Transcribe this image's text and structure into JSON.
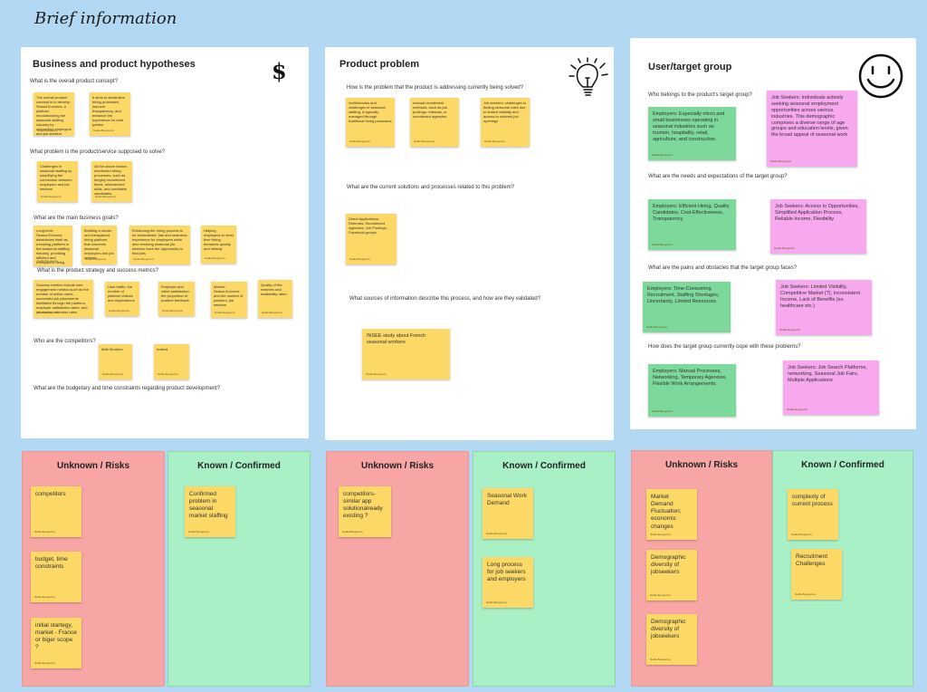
{
  "board": {
    "title": "Brief information"
  },
  "panels": {
    "business": {
      "title": "Business and product hypotheses",
      "q1": "What is the overall product concept?",
      "q1_notes": [
        "The overall product concept is to develop SeasonConnect, a platform revolutionizing the seasonal staffing industry by connecting employers and job seekers efficiently",
        "It aims to streamline hiring processes, improve transparency, and enhance the experience for both parties"
      ],
      "q2": "What problem is the product/service supposed to solve?",
      "q2_notes": [
        "Challenges in seasonal staffing by simplifying the connection between employers and job seekers",
        "All the above factors mentioned hiring processes, such as lengthy recruitment times, mismatched skills, and unreliable candidates"
      ],
      "q3": "What are the main business goals?",
      "q3_notes": [
        "Long-term: SeasonConnect establishes itself as a leading platform in the seasonal staffing industry, providing efficient and transparent hiring solutions",
        "Building a robust and transparent hiring platform that connects seasonal employers and job seekers",
        "Enhancing the hiring process to be streamlined, fast and seamless experience for employers while also ensuring seasonal job seekers have the opportunity to find jobs",
        "Helping employers to meet their hiring demands quickly and reliably"
      ],
      "q4": "What is the product strategy and success metrics?",
      "q4_notes": [
        "Success metrics include user engagement metrics such as the number of active users, successful job placements facilitated through the platform, employer satisfaction rates, and job seeker retention rates",
        "User traffic: the number of platform visitors and registrations",
        "Employer and client satisfaction: the proportion of positive feedback",
        "Market: SeasonConnect and the number of partners, job seekers",
        "Quality of the matches and availability rates"
      ],
      "q5": "Who are the competitors?",
      "q5_notes": [
        "Malt Workers",
        "Indeed"
      ],
      "q6": "What are the budgetary and time constraints regarding product development?"
    },
    "problem": {
      "title": "Product problem",
      "q1": "How is the problem that the product is addressing currently being solved?",
      "q1_notes": [
        "Inefficiencies and challenges in seasonal staffing, is typically managed through traditional hiring processes",
        "manual recruitment methods, such as job postings, referrals, or recruitment agencies.",
        "Job seekers: challenges in finding seasonal roles due to limited visibility and access to relevant job openings"
      ],
      "q2": "What are the current solutions and processes related to this problem?",
      "q2_notes": [
        "Direct Applications, Referrals, Recruitment Agencies, Job Postings, Facebook groups"
      ],
      "q3": "What sources of information describe this process, and how are they validated?",
      "q3_notes": [
        "INSEE study about French seasonal workers"
      ]
    },
    "users": {
      "title": "User/target group",
      "q1": "Who belongs to the product's target group?",
      "q1_employers": "Employers: Especially micro and small businesses operating in seasonal industries such as tourism, hospitality, retail, agriculture, and construction.",
      "q1_seekers": "Job Seekers: Individuals actively seeking seasonal employment opportunities across various industries. This demographic comprises a diverse range of age groups and education levels, given the broad appeal of seasonal work",
      "q2": "What are the needs and expectations of the target group?",
      "q2_employers": "Employers: Efficient Hiring, Quality Candidates, Cost-Effectiveness, Transparency",
      "q2_seekers": "Job Seekers:  Access to Opportunities, Simplified Application Process, Reliable Income, Flexibility",
      "q3": "What are the pains and obstacles that the target group faces?",
      "q3_employers": "Employers: Time-Consuming Recruitment, Staffing Shortages, Uncertainty, Limited Resources",
      "q3_seekers": "Job Seekers:  Limited Visibility, Competitive Market (?), Inconsistent Income, Lack of Benefits (ex. healthcare etc.)",
      "q4": "How does the target group currently cope with these problems?",
      "q4_employers": "Employers: Manual Processes, Networking,  Temporary Agencies, Flexible Work Arrangements;",
      "q4_seekers": "Job Seekers:  Job Search Platforms, networking, Seasonal Job Fairs, Multiple Applications"
    }
  },
  "note_author": "Nadia Bouguerra",
  "columns": {
    "unknown_title": "Unknown / Risks",
    "known_title": "Known / Confirmed",
    "g1_unknown": [
      "competitors",
      "budget, time constraints",
      "initial startegy, market - France or biger scope ?"
    ],
    "g1_known": [
      "Confirmed problem in seasonal market staffing"
    ],
    "g2_unknown": [
      "competitors- similar app solutionalready existing ?"
    ],
    "g2_known": [
      "Seasonal Work Demand",
      "Long process for job seekers and employers"
    ],
    "g3_unknown": [
      "Market Demand Fluctuation; economic changes",
      "Demographic diversity of jobseekers",
      "Demographic diversity of jobseekers"
    ],
    "g3_known": [
      "complexty of current process",
      "Recruitment Challenges"
    ]
  },
  "icons": [
    "dollar-sign-icon",
    "lightbulb-icon",
    "smiley-face-icon"
  ]
}
